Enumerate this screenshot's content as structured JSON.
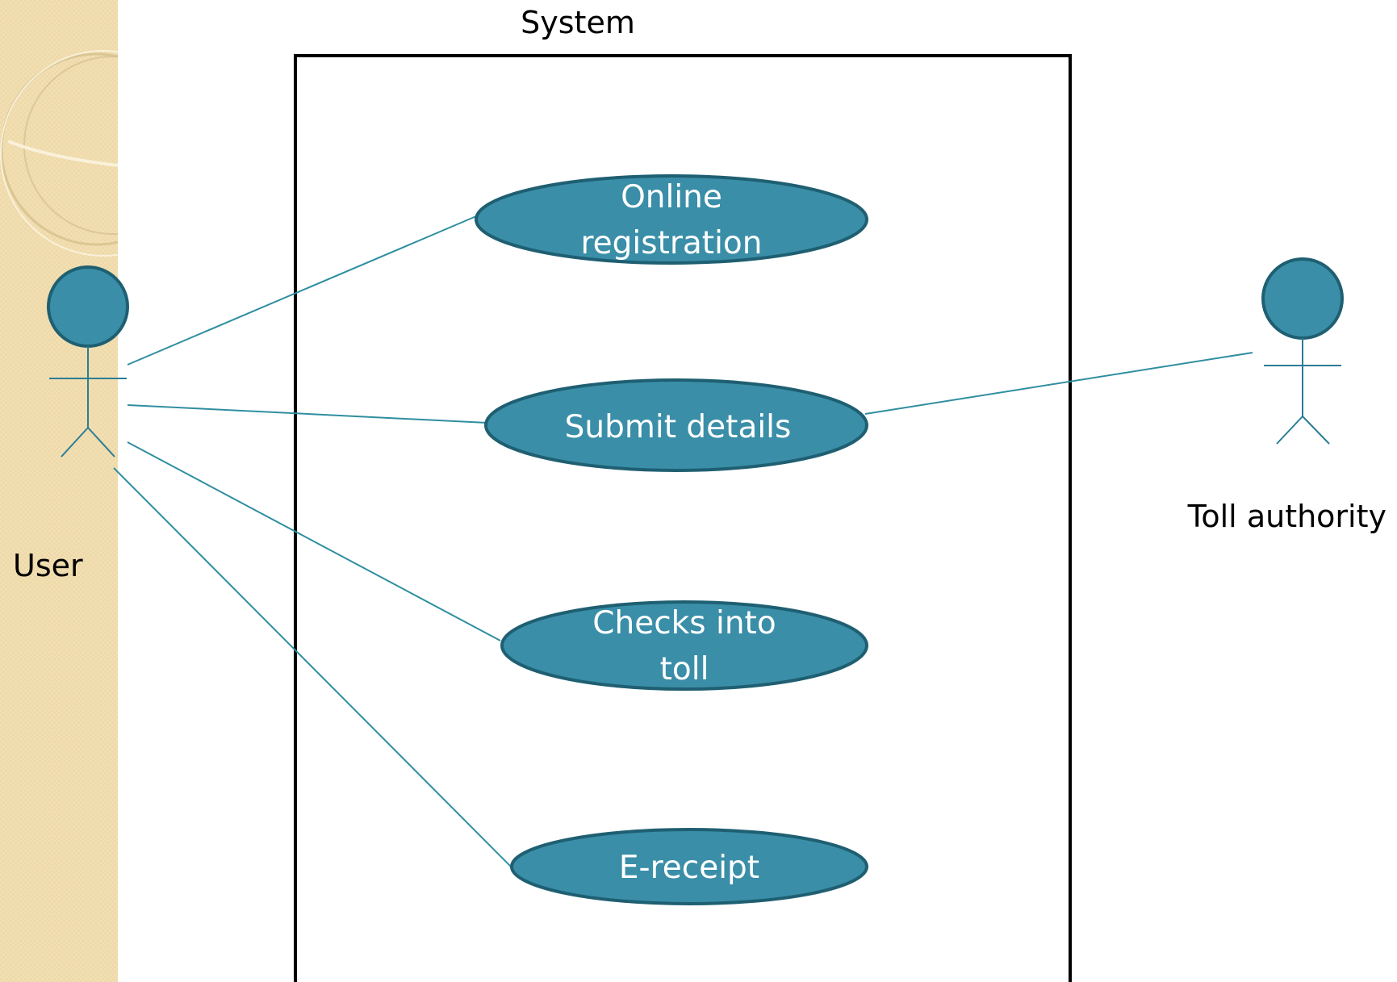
{
  "colors": {
    "slide_background": "#ffffff",
    "left_band": "#f2dfb2",
    "left_band_pattern": "#e8d3a0",
    "ornament_ring": "#d4bf8d",
    "ornament_highlight": "#fbf3df",
    "system_border": "#000000",
    "usecase_fill": "#3a8ea8",
    "usecase_stroke": "#1f5f72",
    "usecase_text": "#ffffff",
    "actor_fill": "#3a8ea8",
    "actor_stroke": "#2b7d94",
    "association_line": "#2f8ea0",
    "label_text": "#000000"
  },
  "diagram": {
    "system_label": "System",
    "actors": {
      "user": {
        "label": "User",
        "icon": "stick-figure-icon"
      },
      "toll_authority": {
        "label": "Toll authority",
        "icon": "stick-figure-icon"
      }
    },
    "use_cases": {
      "online_registration": {
        "lines": [
          "Online",
          "registration"
        ]
      },
      "submit_details": {
        "lines": [
          "Submit details"
        ]
      },
      "checks_into_toll": {
        "lines": [
          "Checks into",
          "toll"
        ]
      },
      "e_receipt": {
        "lines": [
          "E-receipt"
        ]
      }
    },
    "associations": [
      {
        "from": "User",
        "to": "Online registration"
      },
      {
        "from": "User",
        "to": "Submit details"
      },
      {
        "from": "User",
        "to": "Checks into toll"
      },
      {
        "from": "User",
        "to": "E-receipt"
      },
      {
        "from": "Toll authority",
        "to": "Submit details"
      }
    ]
  }
}
